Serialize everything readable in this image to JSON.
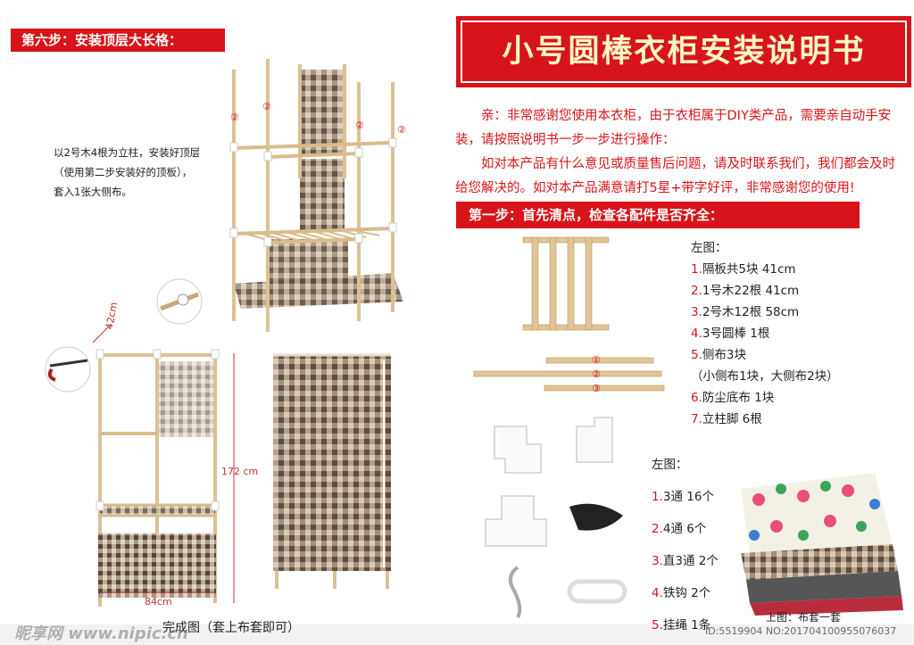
{
  "left": {
    "step6_label": "第六步：安装顶层大长格：",
    "step6_desc": [
      "以2号木4根为立柱，安装好顶层",
      "（使用第二步安装好的顶板），",
      "套入1张大侧布。"
    ],
    "marker": "②",
    "dims": {
      "width": "84cm",
      "height": "172 cm",
      "depth": "42cm"
    },
    "finished_caption": "完成图（套上布套即可）"
  },
  "right": {
    "title": "小号圆棒衣柜安装说明书",
    "intro": [
      "亲：非常感谢您使用本衣柜，由于衣柜属于DIY类产品，需要亲自动手安装，请按照说明书一步一步进行操作：",
      "如对本产品有什么意见或质量售后问题，请及时联系我们，我们都会及时给您解决的。如对本产品满意请打5星+带字好评，非常感谢您的使用!"
    ],
    "step1_label": "第一步：首先清点，检查各配件是否齐全：",
    "parts_heading": "左图：",
    "parts": [
      {
        "n": "1.",
        "text": "隔板共5块  41cm"
      },
      {
        "n": "2.",
        "text": "1号木22根  41cm"
      },
      {
        "n": "3.",
        "text": "2号木12根  58cm"
      },
      {
        "n": "4.",
        "text": "3号圆棒  1根"
      },
      {
        "n": "5.",
        "text": "侧布3块"
      },
      {
        "n": "",
        "text": "（小侧布1块，大侧布2块）"
      },
      {
        "n": "6.",
        "text": "防尘底布  1块"
      },
      {
        "n": "7.",
        "text": "立柱脚    6根"
      }
    ],
    "rod_markers": [
      "①",
      "②",
      "③"
    ],
    "fittings_heading": "左图：",
    "fittings": [
      {
        "n": "1.",
        "text": "3通 16个"
      },
      {
        "n": "2.",
        "text": "4通 6个"
      },
      {
        "n": "3.",
        "text": "直3通 2个"
      },
      {
        "n": "4.",
        "text": "铁钩 2个"
      },
      {
        "n": "5.",
        "text": "挂绳 1条"
      }
    ],
    "cover_caption": "上图：布套一套"
  },
  "watermark": {
    "site": "昵享网 www.nipic.cn",
    "id": "ID:5519904 NO:20170410095507603​7"
  },
  "colors": {
    "accent": "#d7141a",
    "title_text": "#fff8c8",
    "wood": "#e4c79a",
    "check_dark": "#6b5a4a"
  }
}
